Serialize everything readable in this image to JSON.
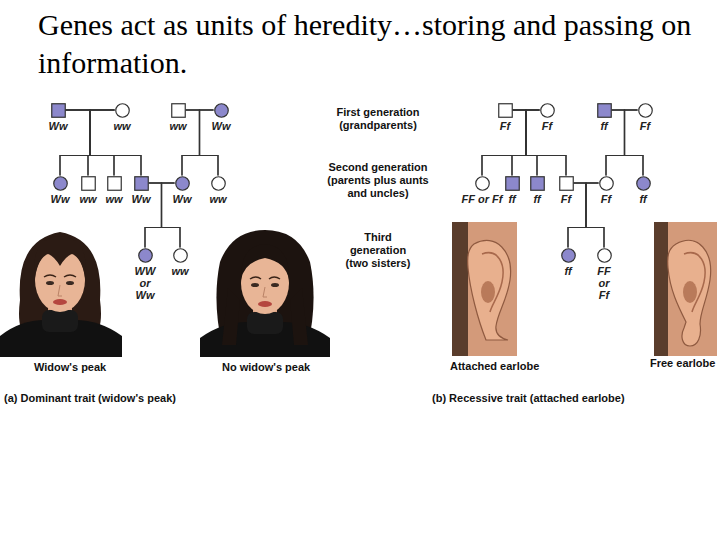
{
  "diagram": {
    "title": "Genes act as units of heredity…storing and passing on information.",
    "nodes": [
      {
        "text": [
          "Ww"
        ]
      },
      {
        "text": [
          "ww"
        ]
      },
      {
        "text": [
          "ww"
        ]
      },
      {
        "text": [
          "Ww"
        ]
      },
      {
        "text": [
          "Ww"
        ]
      },
      {
        "text": [
          "ww"
        ]
      },
      {
        "text": [
          "ww"
        ]
      },
      {
        "text": [
          "Ww"
        ]
      },
      {
        "text": [
          "Ww"
        ]
      },
      {
        "text": [
          "ww"
        ]
      },
      {
        "text": [
          "WW or Ww"
        ]
      },
      {
        "text": [
          "ww"
        ]
      },
      {
        "text": [
          "Ff"
        ]
      },
      {
        "text": [
          "Ff"
        ]
      },
      {
        "text": [
          "ff"
        ]
      },
      {
        "text": [
          "Ff"
        ]
      },
      {
        "text": [
          "FF or Ff"
        ]
      },
      {
        "text": [
          "ff"
        ]
      },
      {
        "text": [
          "ff"
        ]
      },
      {
        "text": [
          "Ff"
        ]
      },
      {
        "text": [
          "Ff"
        ]
      },
      {
        "text": [
          "ff"
        ]
      },
      {
        "text": [
          "ff"
        ]
      },
      {
        "text": [
          "FF or Ff"
        ]
      }
    ],
    "edges": [
      {
        "from": 0,
        "to": 1,
        "arrow": "none"
      },
      {
        "from": 0,
        "to": 4,
        "arrow": "none"
      },
      {
        "from": 1,
        "to": 4,
        "arrow": "none"
      },
      {
        "from": 0,
        "to": 5,
        "arrow": "none"
      },
      {
        "from": 1,
        "to": 5,
        "arrow": "none"
      },
      {
        "from": 0,
        "to": 6,
        "arrow": "none"
      },
      {
        "from": 1,
        "to": 6,
        "arrow": "none"
      },
      {
        "from": 0,
        "to": 7,
        "arrow": "none"
      },
      {
        "from": 1,
        "to": 7,
        "arrow": "none"
      },
      {
        "from": 2,
        "to": 3,
        "arrow": "none"
      },
      {
        "from": 2,
        "to": 8,
        "arrow": "none"
      },
      {
        "from": 3,
        "to": 8,
        "arrow": "none"
      },
      {
        "from": 2,
        "to": 9,
        "arrow": "none"
      },
      {
        "from": 3,
        "to": 9,
        "arrow": "none"
      },
      {
        "from": 7,
        "to": 8,
        "arrow": "none"
      },
      {
        "from": 7,
        "to": 10,
        "arrow": "none"
      },
      {
        "from": 8,
        "to": 10,
        "arrow": "none"
      },
      {
        "from": 7,
        "to": 11,
        "arrow": "none"
      },
      {
        "from": 8,
        "to": 11,
        "arrow": "none"
      },
      {
        "from": 12,
        "to": 13,
        "arrow": "none"
      },
      {
        "from": 12,
        "to": 16,
        "arrow": "none"
      },
      {
        "from": 13,
        "to": 16,
        "arrow": "none"
      },
      {
        "from": 12,
        "to": 17,
        "arrow": "none"
      },
      {
        "from": 13,
        "to": 17,
        "arrow": "none"
      },
      {
        "from": 12,
        "to": 18,
        "arrow": "none"
      },
      {
        "from": 13,
        "to": 18,
        "arrow": "none"
      },
      {
        "from": 12,
        "to": 19,
        "arrow": "none"
      },
      {
        "from": 13,
        "to": 19,
        "arrow": "none"
      },
      {
        "from": 14,
        "to": 15,
        "arrow": "none"
      },
      {
        "from": 14,
        "to": 20,
        "arrow": "none"
      },
      {
        "from": 15,
        "to": 20,
        "arrow": "none"
      },
      {
        "from": 14,
        "to": 21,
        "arrow": "none"
      },
      {
        "from": 15,
        "to": 21,
        "arrow": "none"
      },
      {
        "from": 19,
        "to": 20,
        "arrow": "none"
      },
      {
        "from": 19,
        "to": 22,
        "arrow": "none"
      },
      {
        "from": 20,
        "to": 22,
        "arrow": "none"
      },
      {
        "from": 19,
        "to": 23,
        "arrow": "none"
      },
      {
        "from": 20,
        "to": 23,
        "arrow": "none"
      }
    ],
    "labels": [
      "First generation (grandparents)",
      "Second generation (parents plus aunts and uncles)",
      "Third generation (two sisters)",
      "Widow's peak",
      "No widow's peak",
      "(a) Dominant trait (widow's peak)",
      "Attached earlobe",
      "Free earlobe",
      "(b) Recessive trait (attached earlobe)"
    ]
  }
}
